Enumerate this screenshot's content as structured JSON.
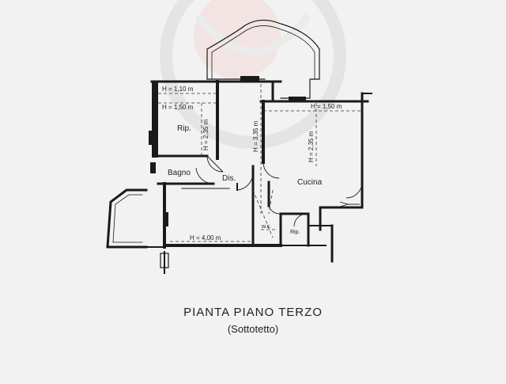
{
  "watermark": {
    "color_ring": "#d9d9d9",
    "color_accent": "#f3c7c7"
  },
  "plan": {
    "wall_color": "#1a1a1a",
    "rooms": {
      "rip_top": "Rip.",
      "bagno": "Bagno",
      "dis": "Dis.",
      "cucina": "Cucina",
      "wc": "w.c.",
      "rip_bottom": "Rip."
    },
    "heights": {
      "h1": "H = 1,10 m",
      "h2": "H = 1,50 m",
      "h3": "H = 1,50 m",
      "h4": "H = 2,35 m",
      "h5": "H = 3,35 m",
      "h6": "H = 2,35 m",
      "h7": "H = 4,00 m"
    }
  },
  "caption": {
    "title": "PIANTA PIANO TERZO",
    "subtitle": "(Sottotetto)"
  }
}
